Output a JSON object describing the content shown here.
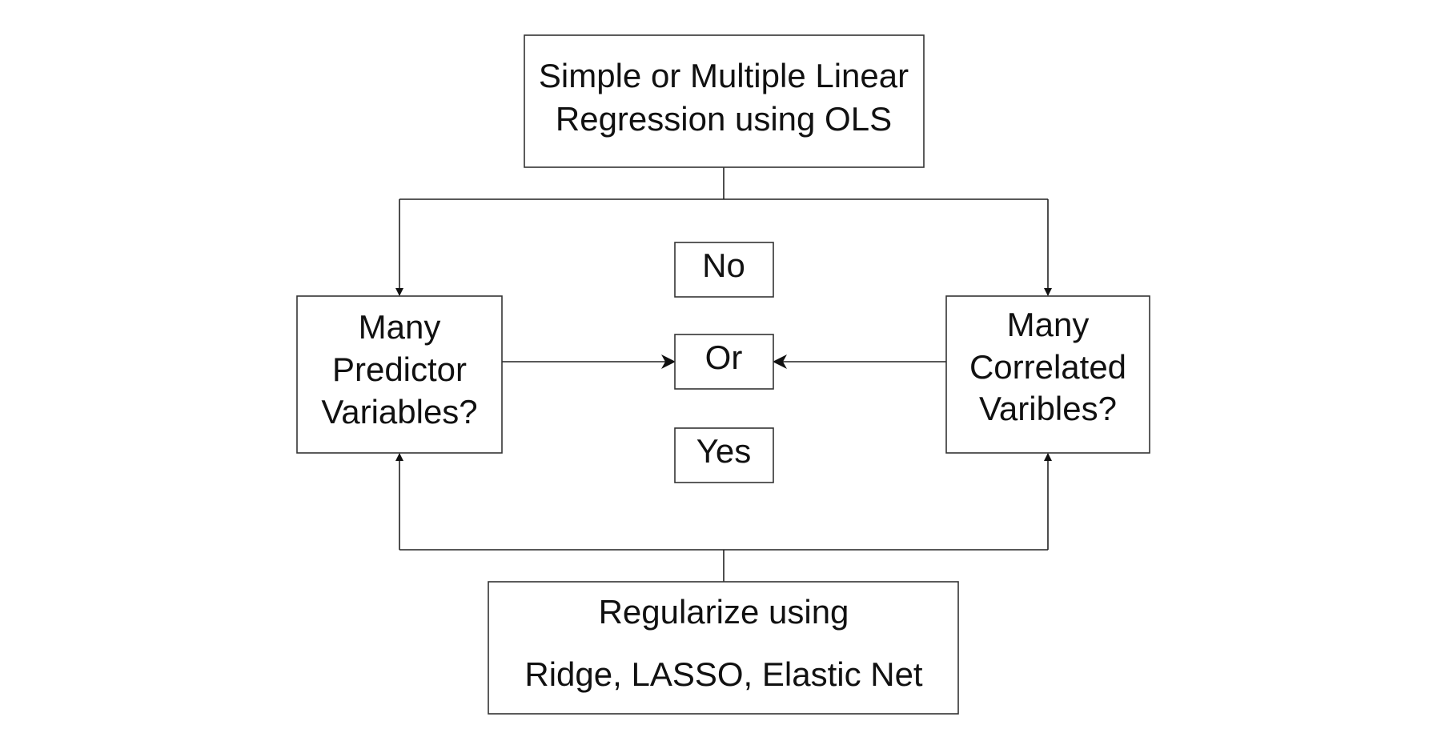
{
  "nodes": {
    "ols": {
      "lines": [
        "Simple or Multiple Linear",
        "Regression using OLS"
      ]
    },
    "predictors": {
      "lines": [
        "Many",
        "Predictor",
        "Variables?"
      ]
    },
    "correlated": {
      "lines": [
        "Many",
        "Correlated",
        "Varibles?"
      ]
    },
    "no": {
      "text": "No"
    },
    "or": {
      "text": "Or"
    },
    "yes": {
      "text": "Yes"
    },
    "regularize": {
      "lines": [
        "Regularize using",
        "Ridge, LASSO, Elastic Net"
      ]
    }
  },
  "colors": {
    "stroke": "#333333",
    "text": "#111111",
    "background": "#ffffff"
  }
}
